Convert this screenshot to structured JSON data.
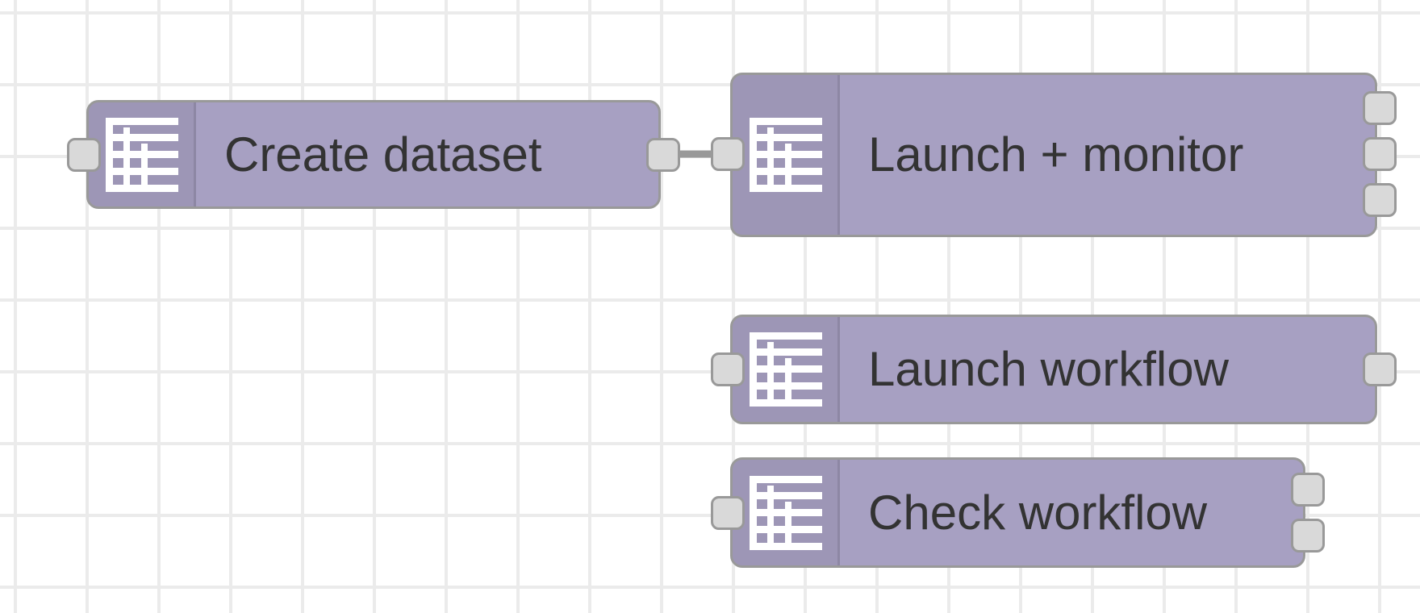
{
  "canvas": {
    "grid": true
  },
  "colors": {
    "node_fill": "#a7a0c2",
    "node_border": "#999999",
    "port_fill": "#d9d9d9",
    "wire": "#999999",
    "label_text": "#333333",
    "icon": "#ffffff"
  },
  "nodes": [
    {
      "id": "create",
      "label": "Create dataset",
      "icon": "function-icon",
      "input_ports": 1,
      "output_ports": 1
    },
    {
      "id": "launch_monitor",
      "label": "Launch + monitor",
      "icon": "function-icon",
      "input_ports": 1,
      "output_ports": 3
    },
    {
      "id": "launch_workflow",
      "label": "Launch workflow",
      "icon": "function-icon",
      "input_ports": 1,
      "output_ports": 1
    },
    {
      "id": "check_workflow",
      "label": "Check workflow",
      "icon": "function-icon",
      "input_ports": 1,
      "output_ports": 2
    }
  ],
  "wires": [
    {
      "from": "create",
      "from_port": 0,
      "to": "launch_monitor"
    }
  ]
}
